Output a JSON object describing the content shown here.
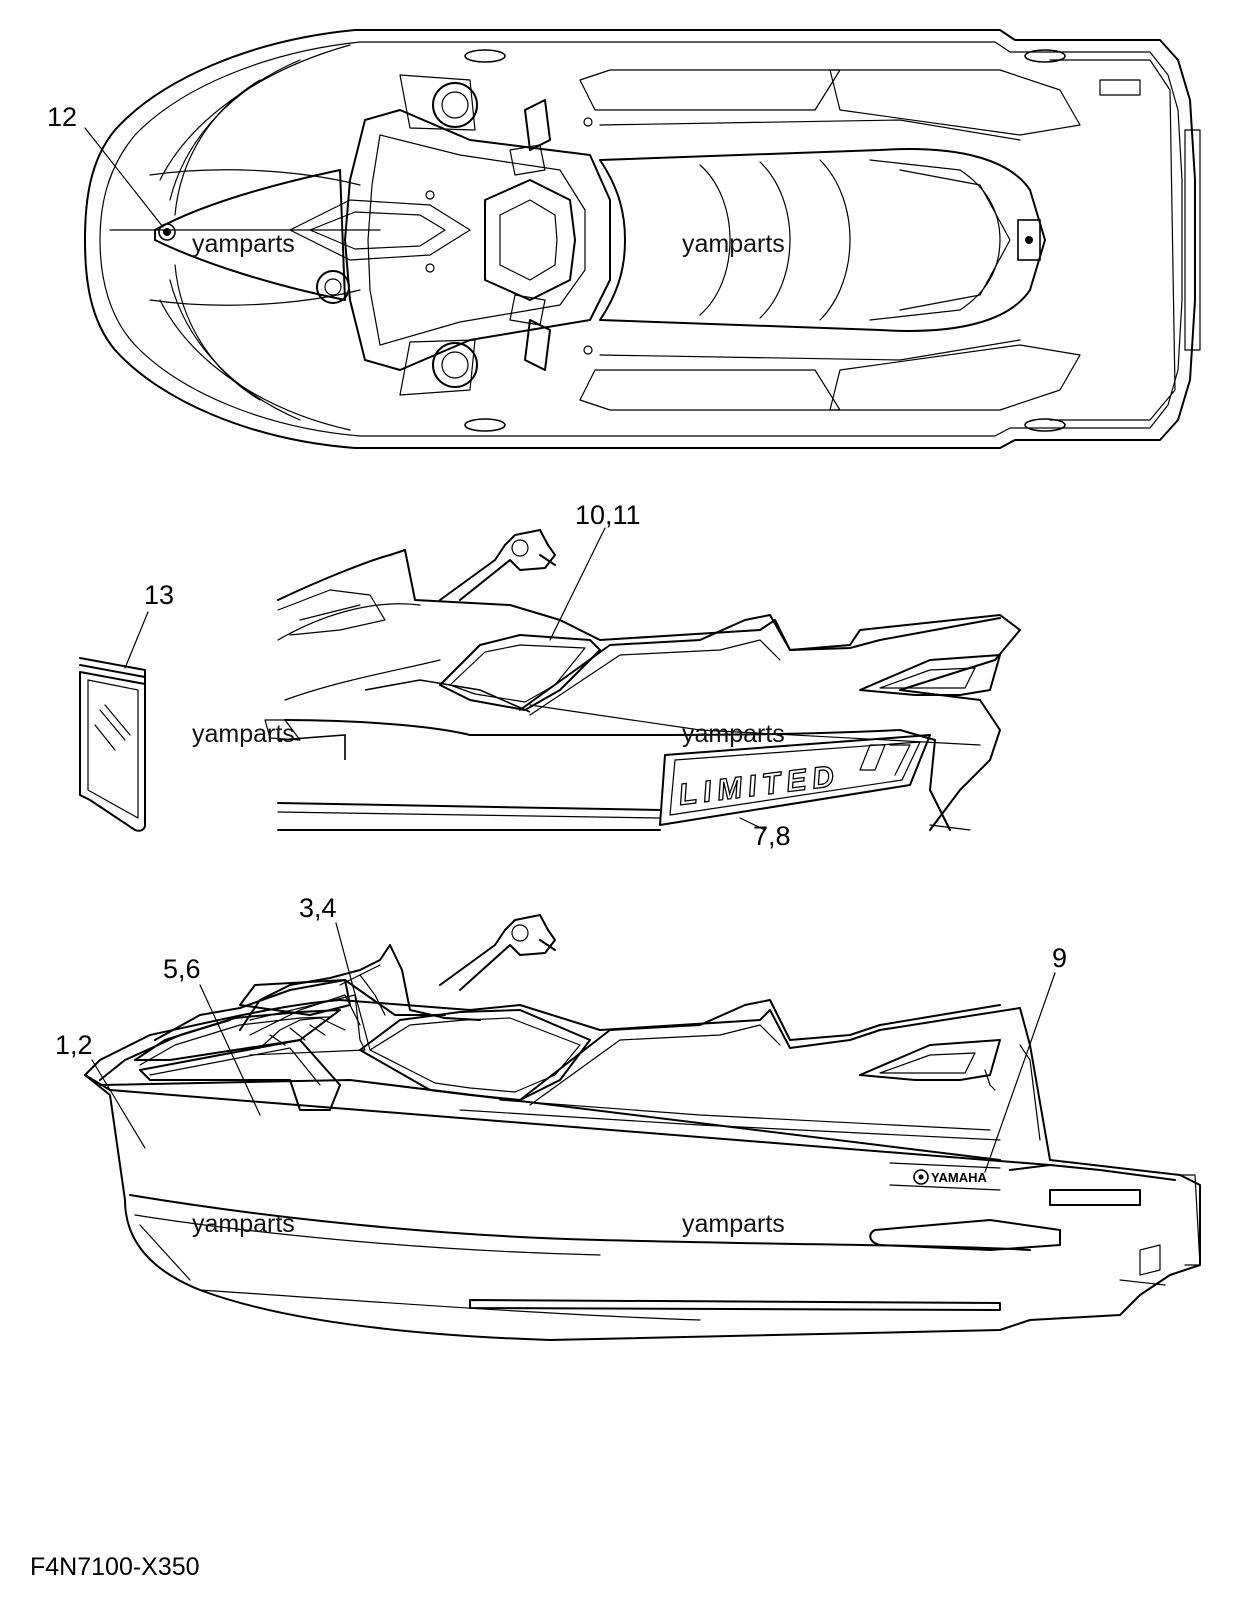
{
  "diagram": {
    "callouts": {
      "c12": "12",
      "c10_11": "10,11",
      "c13": "13",
      "c7_8": "7,8",
      "c3_4": "3,4",
      "c5_6": "5,6",
      "c9": "9",
      "c1_2": "1,2"
    },
    "watermarks": {
      "top_left": "yamparts",
      "top_right": "yamparts",
      "mid_left": "yamparts",
      "mid_right": "yamparts",
      "bottom_left": "yamparts",
      "bottom_right": "yamparts"
    },
    "side_decal_text": "LIMITED",
    "brand_logo_text": "YAMAHA",
    "figure_code": "F4N7100-X350"
  }
}
